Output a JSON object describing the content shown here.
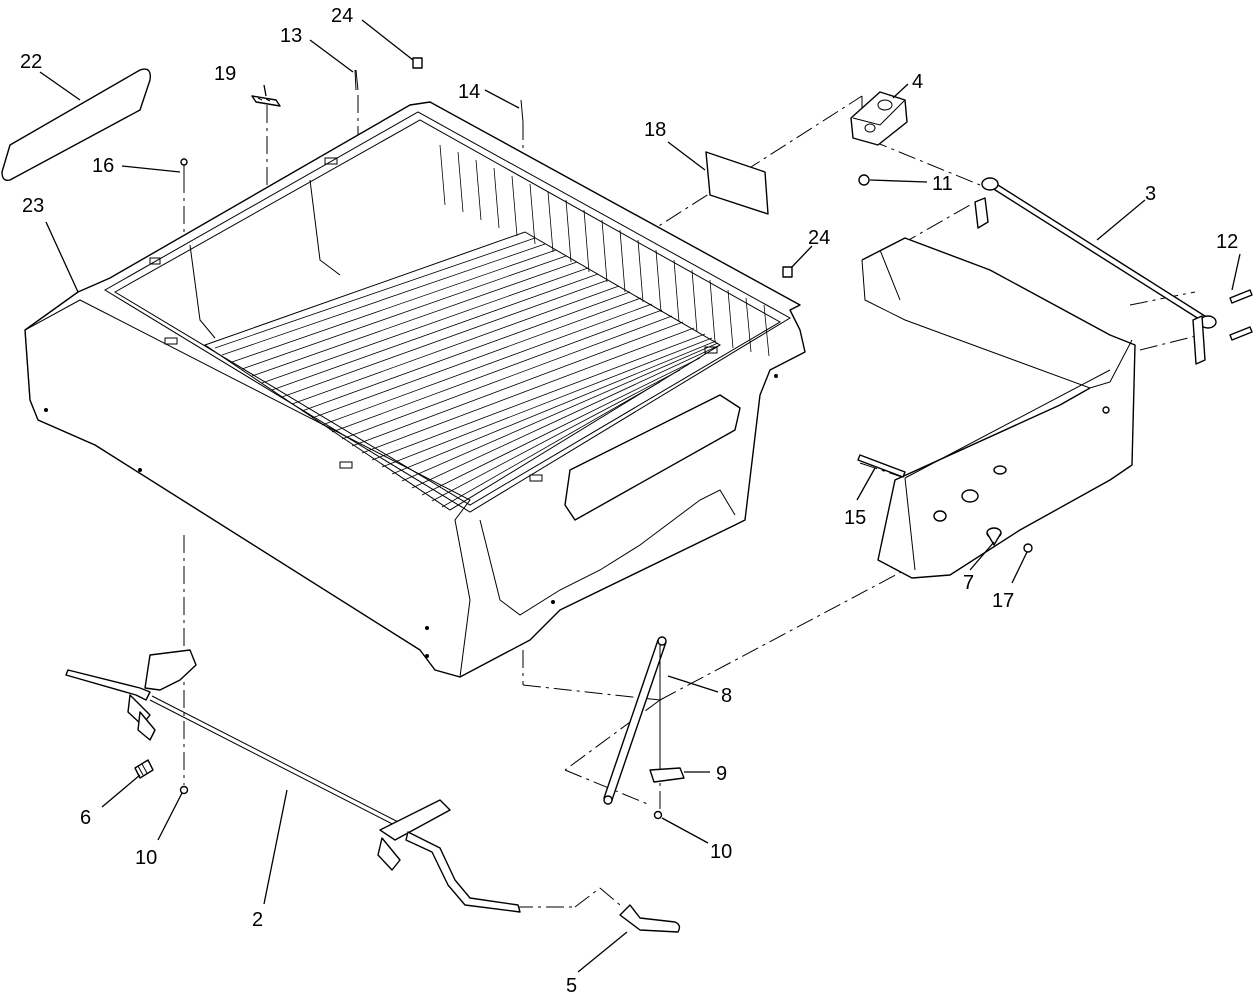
{
  "callouts": [
    {
      "name": "callout-22",
      "label": "22"
    },
    {
      "name": "callout-19",
      "label": "19"
    },
    {
      "name": "callout-13",
      "label": "13"
    },
    {
      "name": "callout-24-top",
      "label": "24"
    },
    {
      "name": "callout-14",
      "label": "14"
    },
    {
      "name": "callout-18",
      "label": "18"
    },
    {
      "name": "callout-4",
      "label": "4"
    },
    {
      "name": "callout-11",
      "label": "11"
    },
    {
      "name": "callout-3",
      "label": "3"
    },
    {
      "name": "callout-16",
      "label": "16"
    },
    {
      "name": "callout-23",
      "label": "23"
    },
    {
      "name": "callout-24-right",
      "label": "24"
    },
    {
      "name": "callout-12",
      "label": "12"
    },
    {
      "name": "callout-15",
      "label": "15"
    },
    {
      "name": "callout-7",
      "label": "7"
    },
    {
      "name": "callout-17",
      "label": "17"
    },
    {
      "name": "callout-8",
      "label": "8"
    },
    {
      "name": "callout-9",
      "label": "9"
    },
    {
      "name": "callout-10-right",
      "label": "10"
    },
    {
      "name": "callout-6",
      "label": "6"
    },
    {
      "name": "callout-10-left",
      "label": "10"
    },
    {
      "name": "callout-2",
      "label": "2"
    },
    {
      "name": "callout-5",
      "label": "5"
    }
  ]
}
